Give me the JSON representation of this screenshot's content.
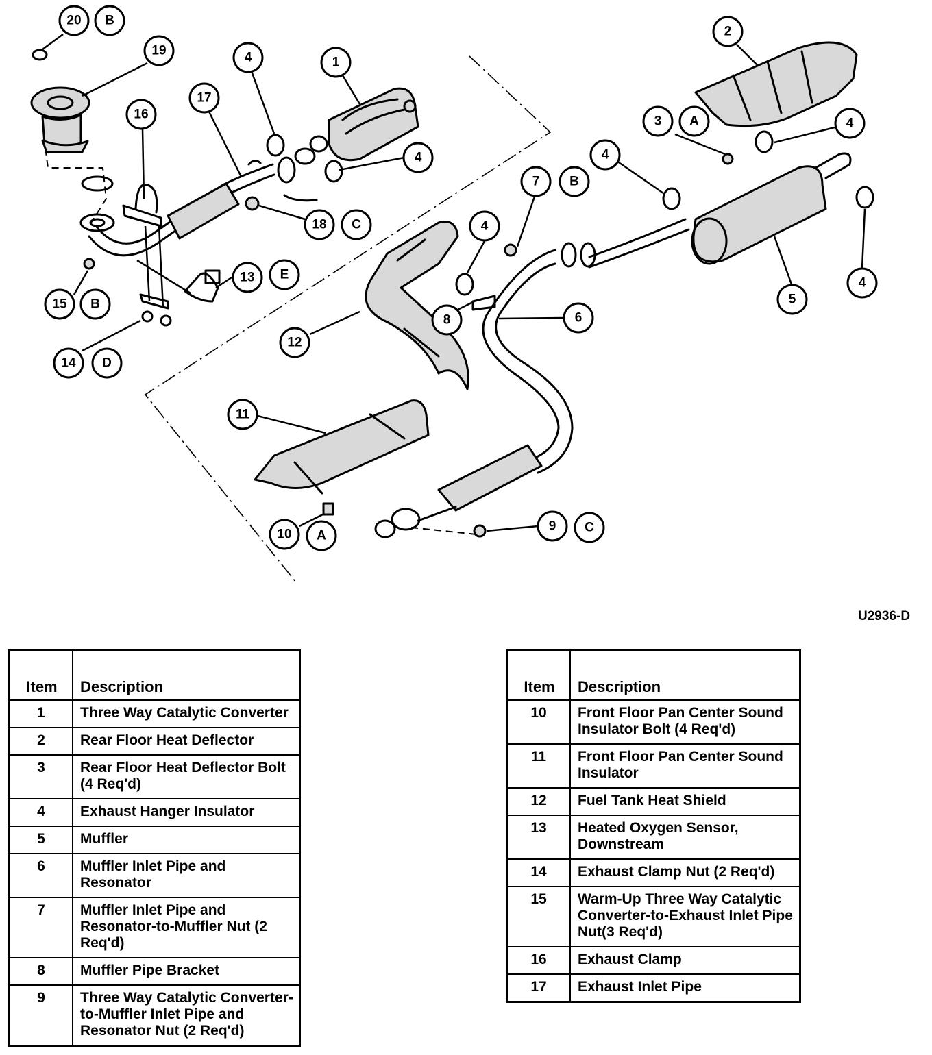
{
  "figure_code": "U2936-D",
  "callouts": [
    {
      "num": "20",
      "letter": "B"
    },
    {
      "num": "19",
      "letter": ""
    },
    {
      "num": "16",
      "letter": ""
    },
    {
      "num": "17",
      "letter": ""
    },
    {
      "num": "4",
      "letter": ""
    },
    {
      "num": "1",
      "letter": ""
    },
    {
      "num": "2",
      "letter": ""
    },
    {
      "num": "3",
      "letter": "A"
    },
    {
      "num": "4",
      "letter": ""
    },
    {
      "num": "4",
      "letter": ""
    },
    {
      "num": "4",
      "letter": ""
    },
    {
      "num": "7",
      "letter": "B"
    },
    {
      "num": "18",
      "letter": "C"
    },
    {
      "num": "4",
      "letter": ""
    },
    {
      "num": "4",
      "letter": ""
    },
    {
      "num": "13",
      "letter": "E"
    },
    {
      "num": "15",
      "letter": "B"
    },
    {
      "num": "8",
      "letter": ""
    },
    {
      "num": "6",
      "letter": ""
    },
    {
      "num": "5",
      "letter": ""
    },
    {
      "num": "4",
      "letter": ""
    },
    {
      "num": "12",
      "letter": ""
    },
    {
      "num": "14",
      "letter": "D"
    },
    {
      "num": "11",
      "letter": ""
    },
    {
      "num": "10",
      "letter": "A"
    },
    {
      "num": "9",
      "letter": "C"
    }
  ],
  "tables": {
    "header_item": "Item",
    "header_description": "Description",
    "left": [
      {
        "item": "1",
        "description": "Three Way Catalytic Converter"
      },
      {
        "item": "2",
        "description": "Rear Floor Heat Deflector"
      },
      {
        "item": "3",
        "description": "Rear Floor Heat Deflector Bolt (4 Req'd)"
      },
      {
        "item": "4",
        "description": "Exhaust Hanger Insulator"
      },
      {
        "item": "5",
        "description": "Muffler"
      },
      {
        "item": "6",
        "description": "Muffler Inlet Pipe and Resonator"
      },
      {
        "item": "7",
        "description": "Muffler Inlet Pipe and Resonator-to-Muffler Nut (2 Req'd)"
      },
      {
        "item": "8",
        "description": "Muffler Pipe Bracket"
      },
      {
        "item": "9",
        "description": "Three Way Catalytic Converter-to-Muffler Inlet Pipe and Resonator Nut (2 Req'd)"
      }
    ],
    "right": [
      {
        "item": "10",
        "description": "Front Floor Pan Center Sound Insulator Bolt (4 Req'd)"
      },
      {
        "item": "11",
        "description": "Front Floor Pan Center Sound Insulator"
      },
      {
        "item": "12",
        "description": "Fuel Tank Heat Shield"
      },
      {
        "item": "13",
        "description": "Heated Oxygen Sensor, Downstream"
      },
      {
        "item": "14",
        "description": "Exhaust Clamp Nut (2 Req'd)"
      },
      {
        "item": "15",
        "description": "Warm-Up Three Way Catalytic Converter-to-Exhaust Inlet Pipe Nut(3 Req'd)"
      },
      {
        "item": "16",
        "description": "Exhaust Clamp"
      },
      {
        "item": "17",
        "description": "Exhaust Inlet Pipe"
      }
    ]
  }
}
